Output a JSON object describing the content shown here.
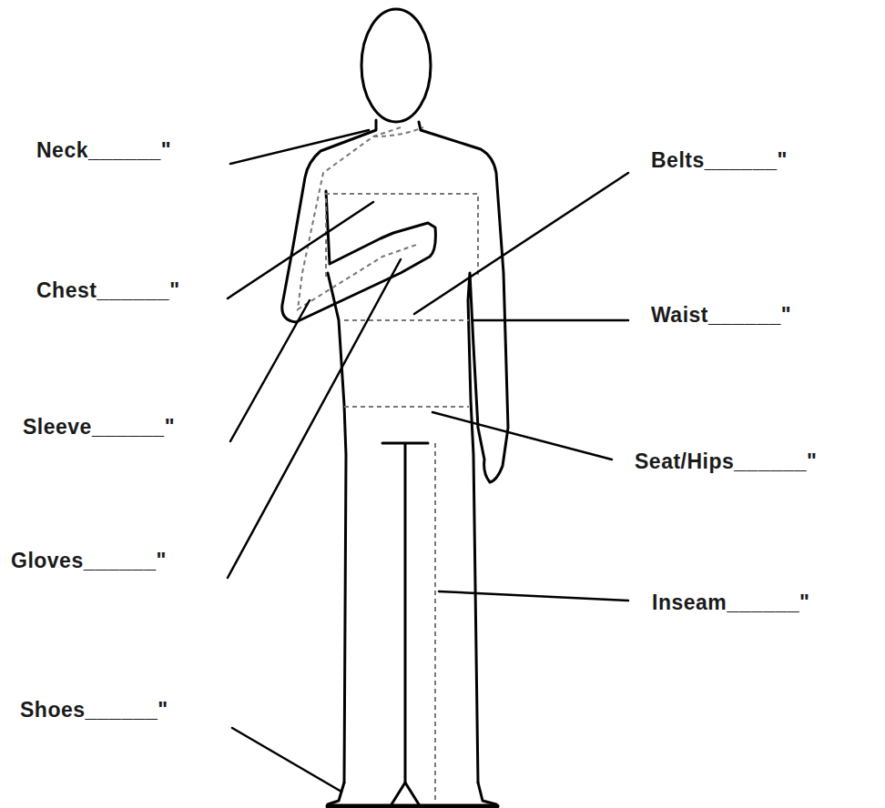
{
  "diagram": {
    "labels": [
      "Neck______\"",
      "Chest______\"",
      "Sleeve______\"",
      "Gloves______\"",
      "Shoes______\"",
      "Belts______\"",
      "Waist______\"",
      "Seat/Hips______\"",
      "Inseam______\""
    ]
  }
}
